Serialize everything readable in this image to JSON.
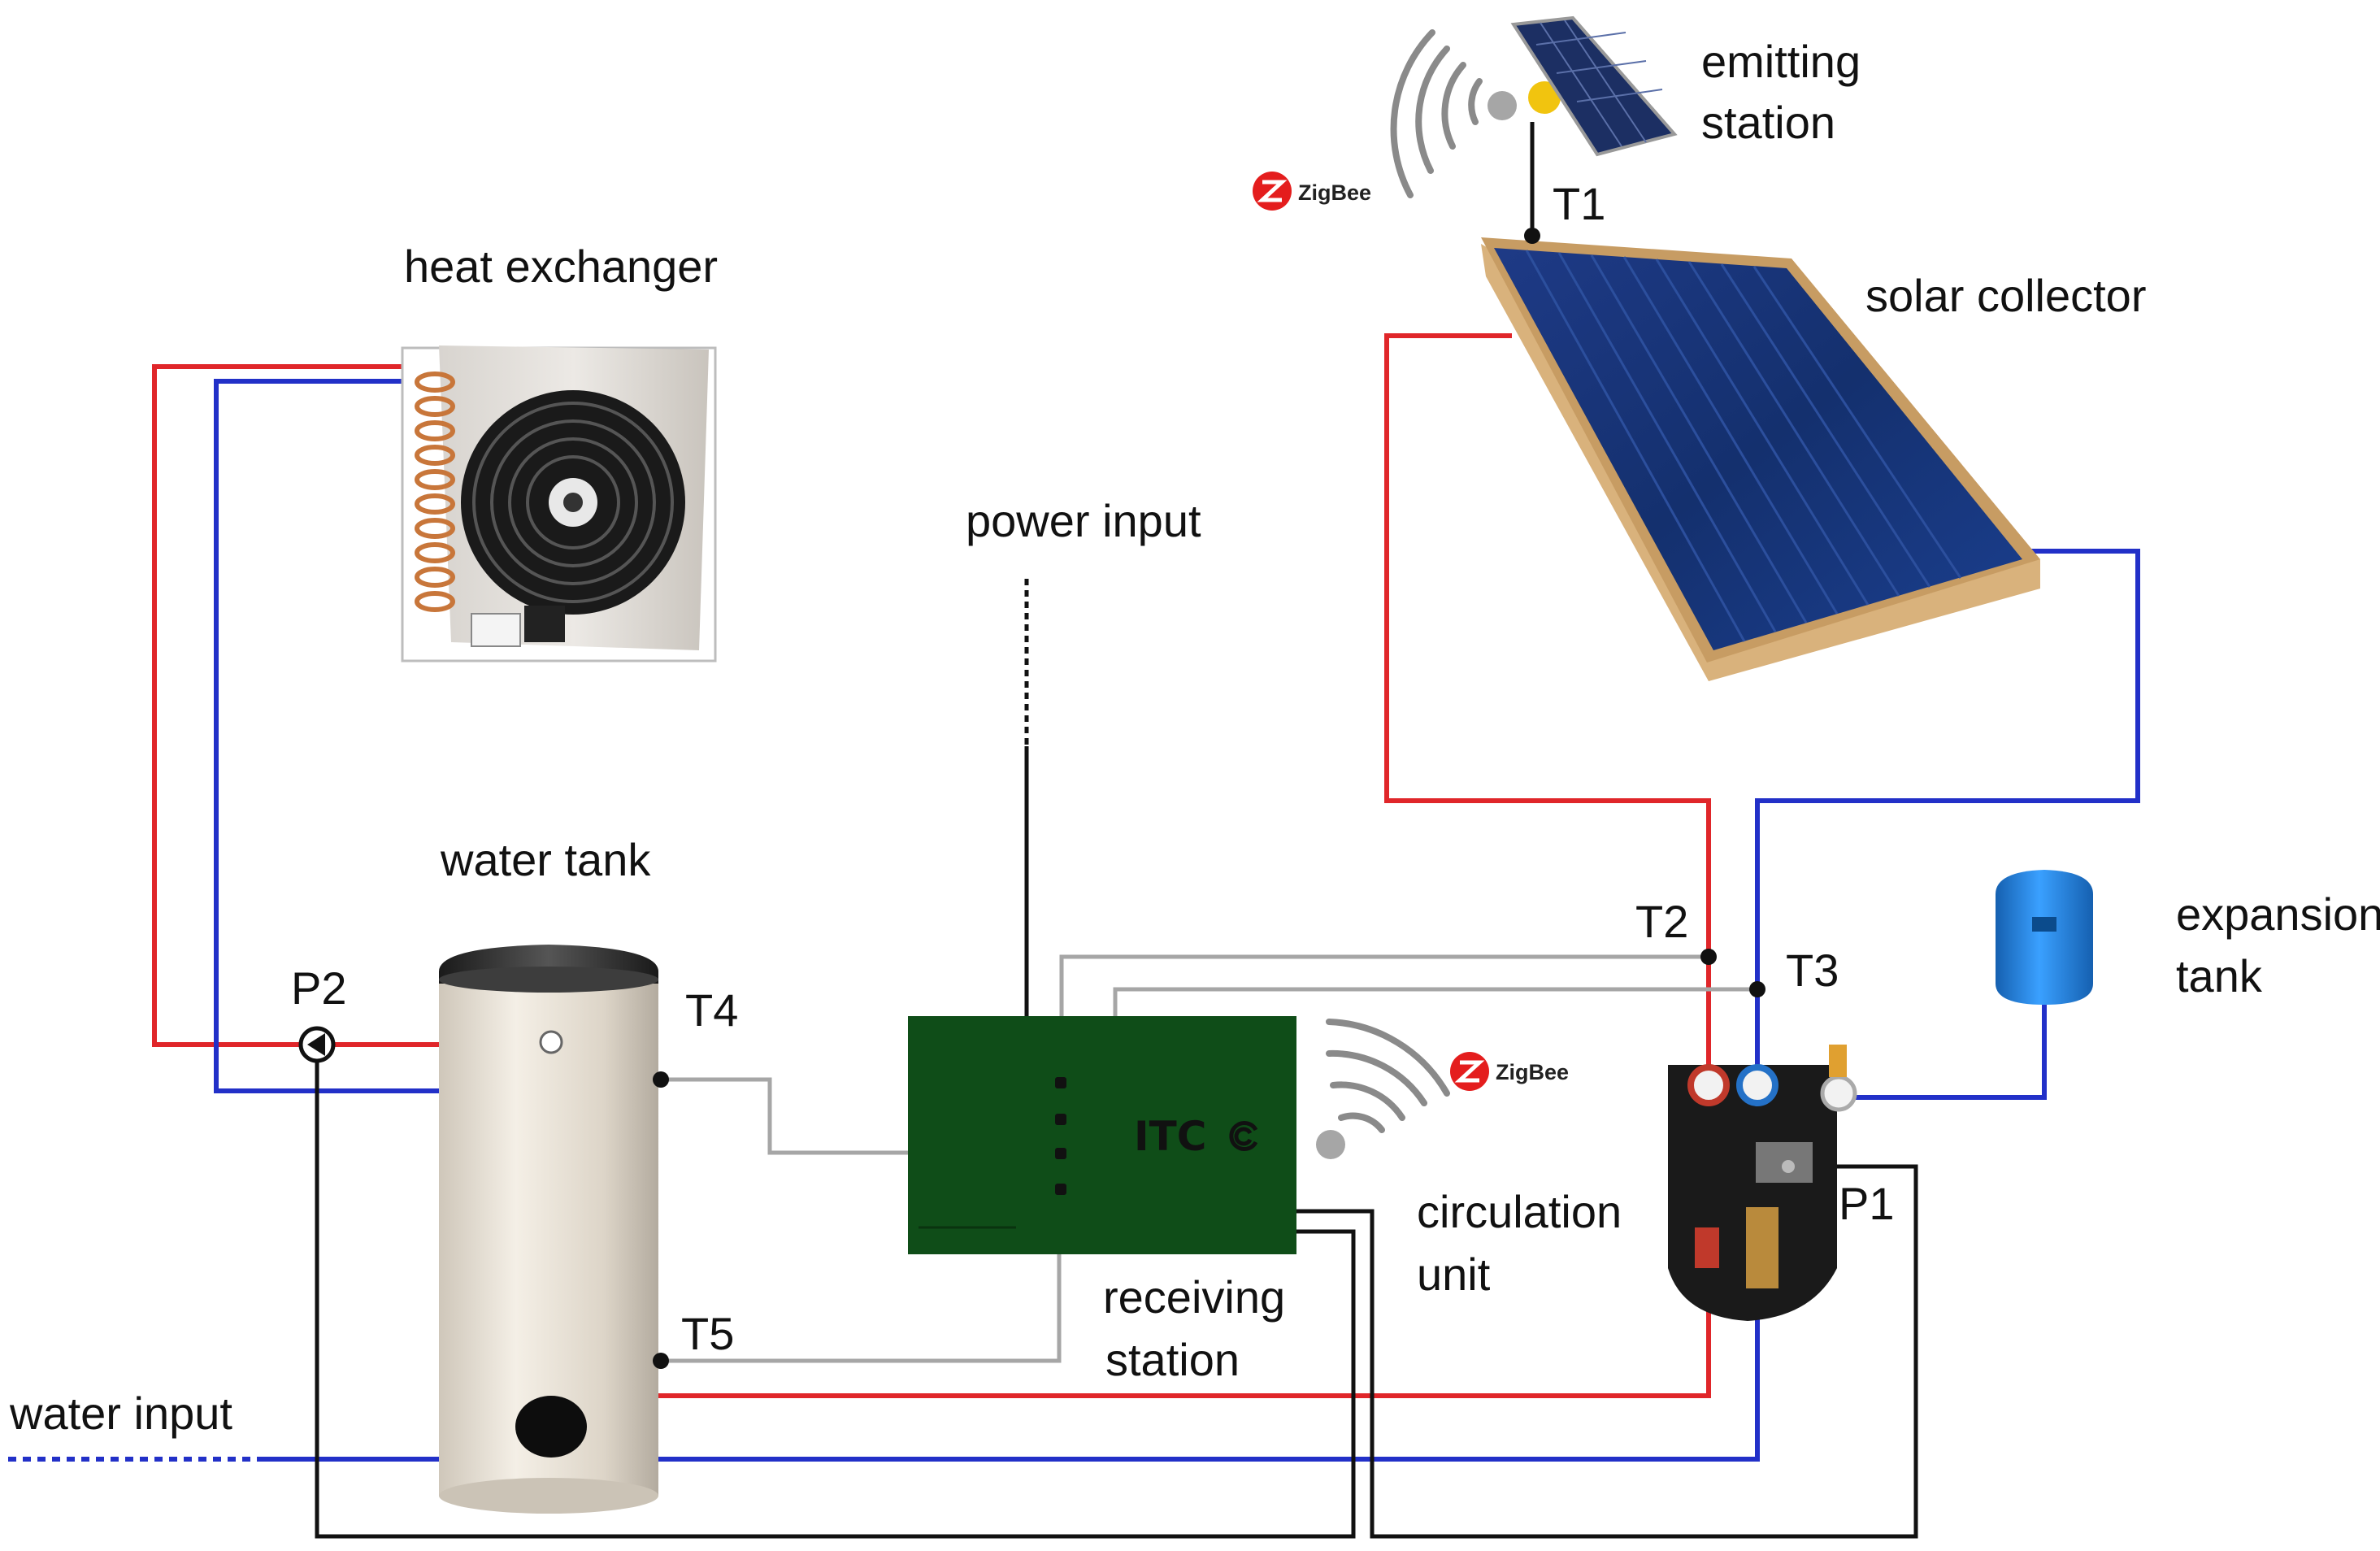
{
  "labels": {
    "emitting_station": [
      "emitting",
      "station"
    ],
    "t1": "T1",
    "solar_collector": "solar collector",
    "heat_exchanger": "heat exchanger",
    "power_input": "power input",
    "water_tank": "water tank",
    "p2": "P2",
    "t4": "T4",
    "t5": "T5",
    "t2": "T2",
    "t3": "T3",
    "expansion_tank": [
      "expansion",
      "tank"
    ],
    "p1": "P1",
    "circulation_unit": [
      "circulation",
      "unit"
    ],
    "receiving_station": [
      "receiving",
      "station"
    ],
    "water_input": "water input",
    "itc_logo": "ITC",
    "zigbee": "ZigBee"
  },
  "colors": {
    "hot_pipe": "#e0262a",
    "cold_pipe": "#2230c8",
    "sensor_wire": "#a6a6a6",
    "control_wire": "#111111",
    "board": "#0f4d18",
    "zigbee_red": "#e41d1d",
    "wave_gray": "#8a8a8a",
    "expansion_tank": "#1e7fd6",
    "collector_glass": "#17357a",
    "collector_frame": "#d9b27c"
  },
  "icons": [
    "zigbee-logo-icon",
    "wireless-waves-icon",
    "fan-icon",
    "pump-icon"
  ]
}
